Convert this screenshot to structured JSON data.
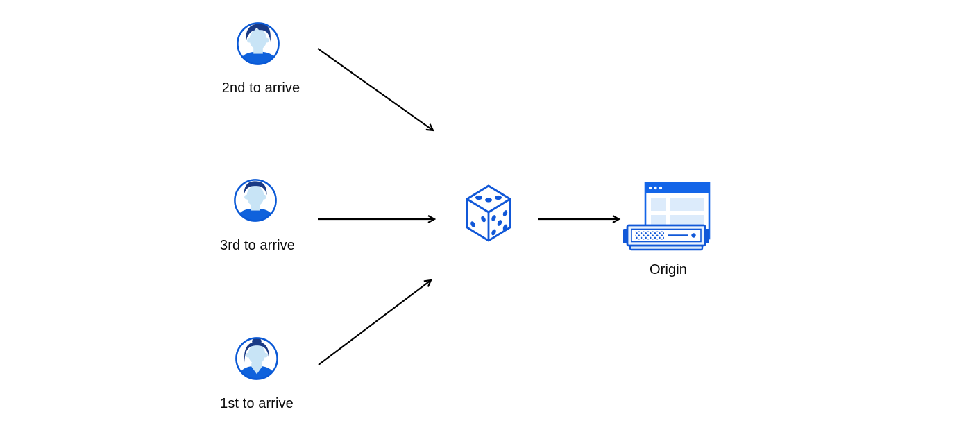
{
  "diagram": {
    "description": "Three visitors arriving in different order are routed through a random selector (dice) to an Origin server",
    "background_color": "#ffffff",
    "arrow_color": "#000000",
    "label_color": "#0a0a0a",
    "palette": {
      "primary_blue": "#1158d8",
      "avatar_ring_blue": "#0a59d6",
      "hair_navy": "#1a3a85",
      "face_light_blue": "#c8e4f6",
      "shirt_blue": "#0f62dc",
      "titlebar_blue": "#1365e8",
      "pale_block_blue": "#dcebfb",
      "server_pad_blue": "#eaf3fd",
      "server_base_blue": "#d9e9fb"
    },
    "nodes": [
      {
        "id": "visitor-2nd",
        "label": "2nd to arrive",
        "icon": "user-avatar-man-swept-hair-icon"
      },
      {
        "id": "visitor-3rd",
        "label": "3rd to arrive",
        "icon": "user-avatar-man-short-hair-icon"
      },
      {
        "id": "visitor-1st",
        "label": "1st to arrive",
        "icon": "user-avatar-woman-bun-icon"
      },
      {
        "id": "random-selector",
        "label": "",
        "icon": "dice-icon"
      },
      {
        "id": "origin",
        "label": "Origin",
        "icon": "origin-server-browser-icon"
      }
    ],
    "edges": [
      {
        "from": "visitor-2nd",
        "to": "random-selector"
      },
      {
        "from": "visitor-3rd",
        "to": "random-selector"
      },
      {
        "from": "visitor-1st",
        "to": "random-selector"
      },
      {
        "from": "random-selector",
        "to": "origin"
      }
    ]
  }
}
